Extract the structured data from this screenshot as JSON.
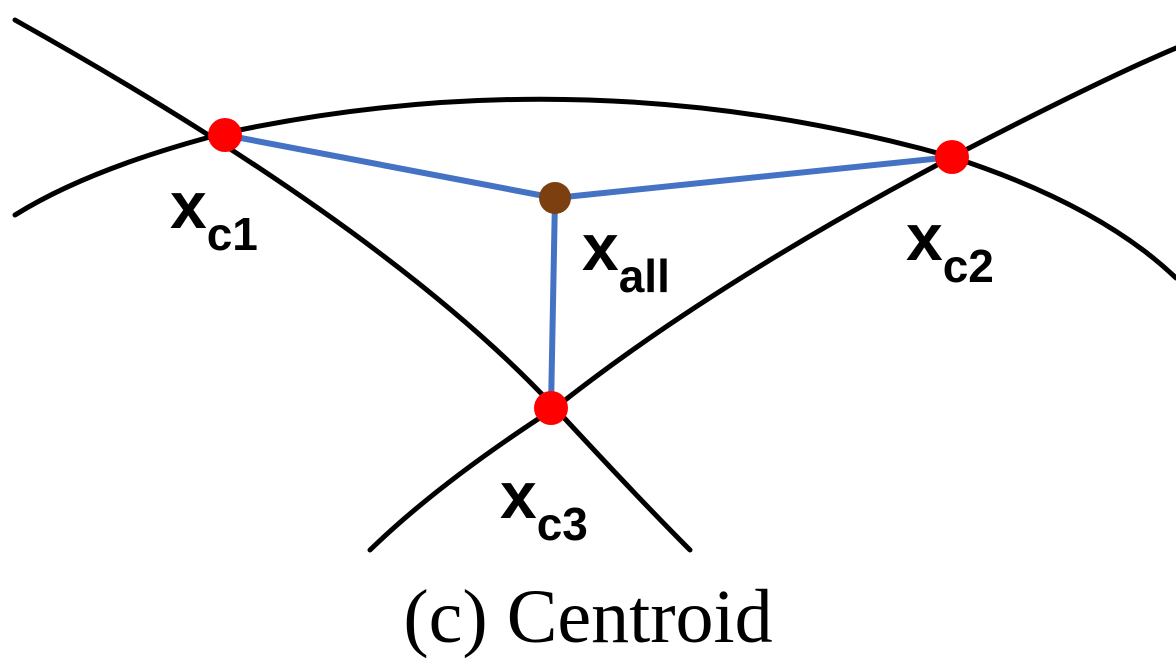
{
  "caption": "(c) Centroid",
  "colors": {
    "curve": "#000000",
    "edge": "#4472c4",
    "intersection_point": "#ff0000",
    "centroid_point": "#7b3f10"
  },
  "points": [
    {
      "id": "c1",
      "name": "x",
      "sub": "c1",
      "role": "intersection"
    },
    {
      "id": "c2",
      "name": "x",
      "sub": "c2",
      "role": "intersection"
    },
    {
      "id": "c3",
      "name": "x",
      "sub": "c3",
      "role": "intersection"
    },
    {
      "id": "all",
      "name": "x",
      "sub": "all",
      "role": "centroid"
    }
  ]
}
